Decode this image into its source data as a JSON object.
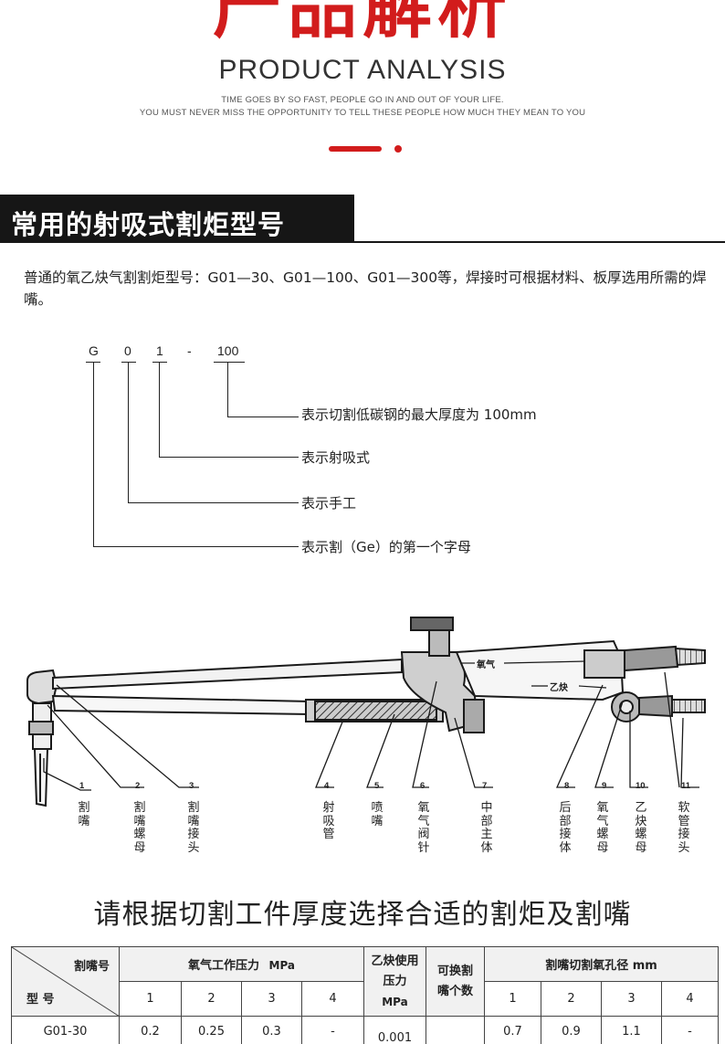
{
  "header": {
    "title": "产品解析",
    "subtitle": "PRODUCT ANALYSIS",
    "tagline_1": "TIME GOES BY SO FAST, PEOPLE GO IN AND OUT OF YOUR LIFE.",
    "tagline_2": "YOU MUST NEVER MISS THE OPPORTUNITY TO TELL THESE PEOPLE HOW MUCH THEY MEAN TO YOU"
  },
  "colors": {
    "accent": "#d21c1c",
    "banner_bg": "#161616",
    "table_head_bg": "#f1f1f1"
  },
  "section": {
    "title": "常用的射吸式割炬型号",
    "intro": "普通的氧乙炔气割割炬型号：G01—30、G01—100、G01—300等，焊接时可根据材料、板厚选用所需的焊嘴。"
  },
  "model_code": {
    "parts": [
      "G",
      "0",
      "1",
      "-",
      "100"
    ],
    "meanings": [
      "表示切割低碳钢的最大厚度为 100mm",
      "表示射吸式",
      "表示手工",
      "表示割（Ge）的第一个字母"
    ]
  },
  "torch_figure": {
    "inline_labels": [
      "氧气",
      "乙炔"
    ],
    "parts": [
      {
        "num": "1",
        "name": "割嘴"
      },
      {
        "num": "2",
        "name": "割嘴螺母"
      },
      {
        "num": "3",
        "name": "割嘴接头"
      },
      {
        "num": "4",
        "name": "射吸管"
      },
      {
        "num": "5",
        "name": "喷嘴"
      },
      {
        "num": "6",
        "name": "氧气阀针"
      },
      {
        "num": "7",
        "name": "中部主体"
      },
      {
        "num": "8",
        "name": "后部接体"
      },
      {
        "num": "9",
        "name": "氧气螺母"
      },
      {
        "num": "10",
        "name": "乙炔螺母"
      },
      {
        "num": "11",
        "name": "软管接头"
      }
    ]
  },
  "selection": {
    "heading": "请根据切割工件厚度选择合适的割炬及割嘴",
    "table": {
      "corner_top": "割嘴号",
      "corner_bottom": "型 号",
      "group_oxygen": "氧气工作压力",
      "group_oxygen_unit": "MPa",
      "acetylene_header": "乙炔使用压力",
      "acetylene_unit": "MPa",
      "count_header": "可换割嘴个数",
      "hole_header": "割嘴切割氧孔径 mm",
      "sub_cols": [
        "1",
        "2",
        "3",
        "4"
      ],
      "rows": [
        {
          "model": "G01-30",
          "oxygen": [
            "0.2",
            "0.25",
            "0.3",
            "-"
          ],
          "acetylene": "0.001",
          "count": "",
          "holes": [
            "0.7",
            "0.9",
            "1.1",
            "-"
          ]
        }
      ]
    }
  }
}
